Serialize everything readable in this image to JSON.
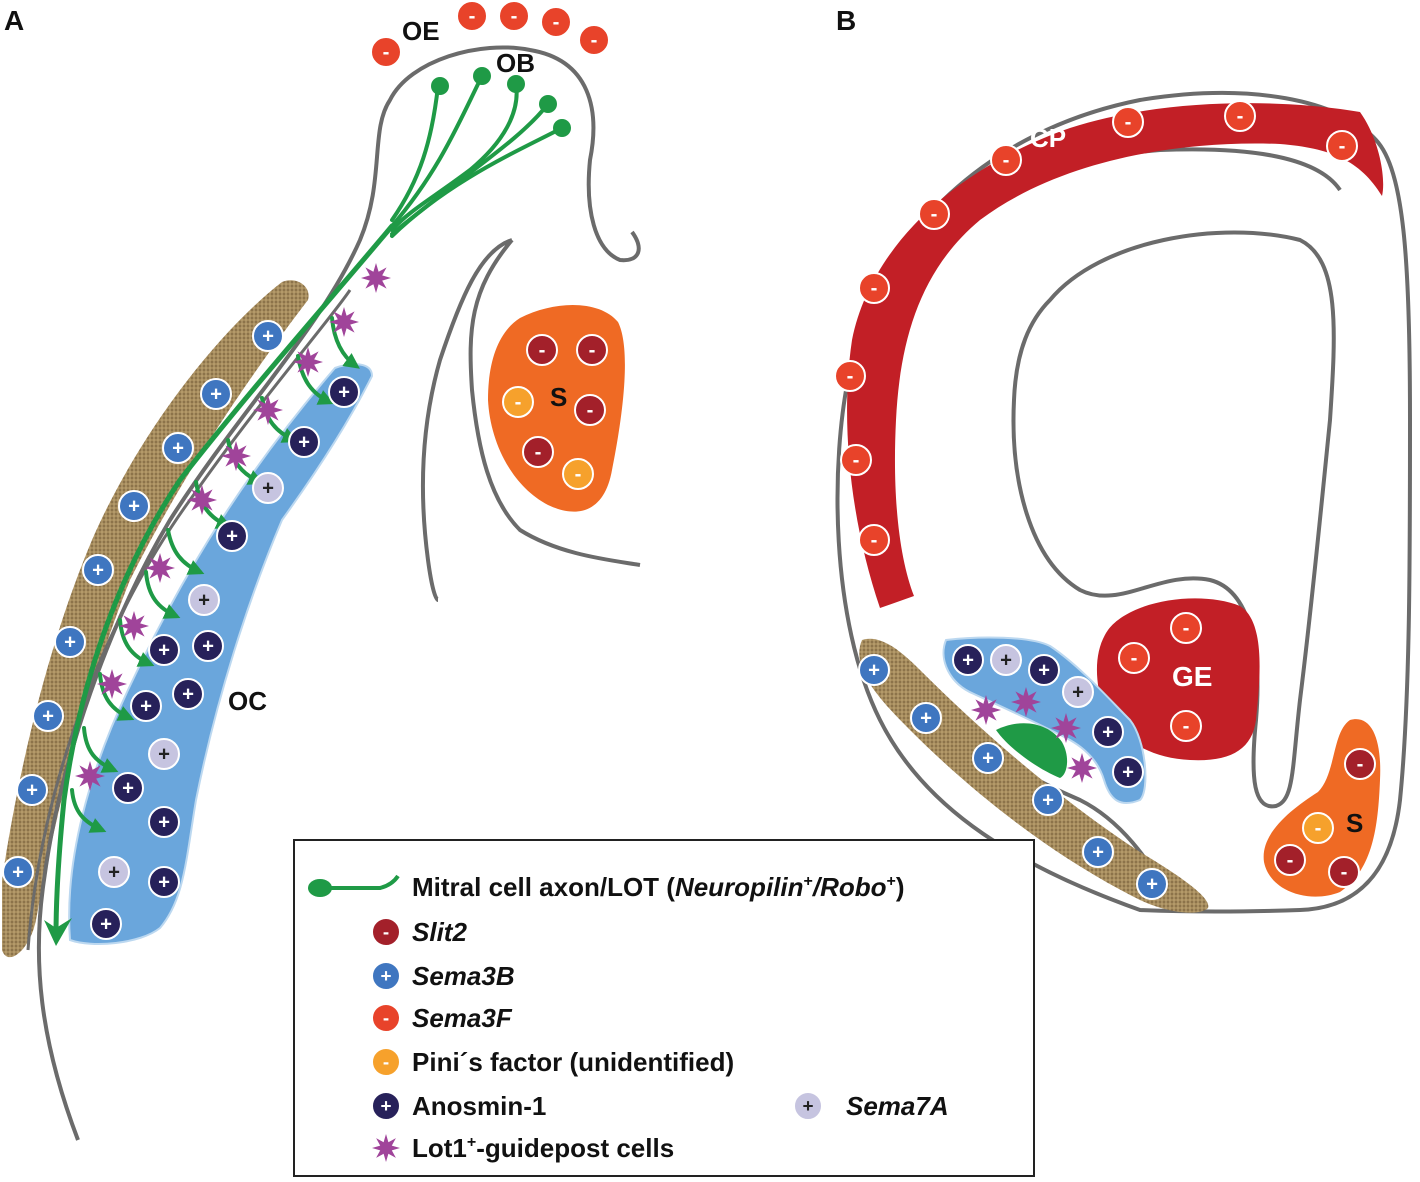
{
  "panels": {
    "a": {
      "letter": "A",
      "labels": {
        "oe": "OE",
        "ob": "OB",
        "s": "S",
        "oc": "OC"
      }
    },
    "b": {
      "letter": "B",
      "labels": {
        "cp": "CP",
        "ge": "GE",
        "s": "S"
      }
    }
  },
  "symbols": {
    "minus": "-",
    "plus": "+"
  },
  "legend": {
    "lot": {
      "prefix": "Mitral cell axon/LOT (",
      "gene1": "Neuropilin",
      "sup": "+",
      "slash": "/Robo",
      "sup2": "+",
      "suffix": ")"
    },
    "slit2": "Slit2",
    "sema3b": "Sema3B",
    "sema3f": "Sema3F",
    "pini": "Pini´s factor (unidentified)",
    "anosmin": "Anosmin-1",
    "sema7a": "Sema7A",
    "lot1": {
      "prefix": "Lot1",
      "sup": "+",
      "suffix": "-guidepost cells"
    }
  },
  "colors": {
    "slit2": "#a3202a",
    "sema3b": "#3f76c0",
    "sema3f": "#e8432a",
    "pini": "#f6a12c",
    "anosmin": "#27215a",
    "sema7a": "#c6c4e0",
    "lot1": "#a0449a",
    "axon": "#1f9a46",
    "oc": "#6aa6dc",
    "cp": "#c21f26",
    "septum": "#ef6a24",
    "meninges": "#a58b5c",
    "outline": "#6b6b6b"
  },
  "icons": {
    "axon": "axon-line-icon",
    "lot1": "star-icon"
  }
}
